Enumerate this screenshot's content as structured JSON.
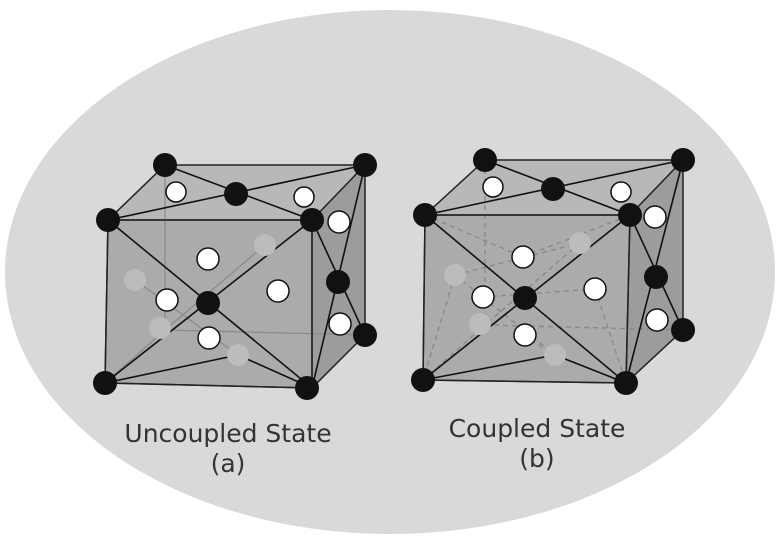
{
  "figure": {
    "colors": {
      "background": "#ffffff",
      "ellipse": "#d9d9d9",
      "cube_face": "#a9a9a9",
      "cube_top": "#b5b5b5",
      "cube_side": "#9a9a9a",
      "black_atom": "#111111",
      "white_atom": "#ffffff",
      "hidden_atom": "#bcbcbc"
    },
    "panel_a": {
      "title": "Uncoupled State",
      "label": "(a)"
    },
    "panel_b": {
      "title": "Coupled State",
      "label": "(b)"
    }
  }
}
